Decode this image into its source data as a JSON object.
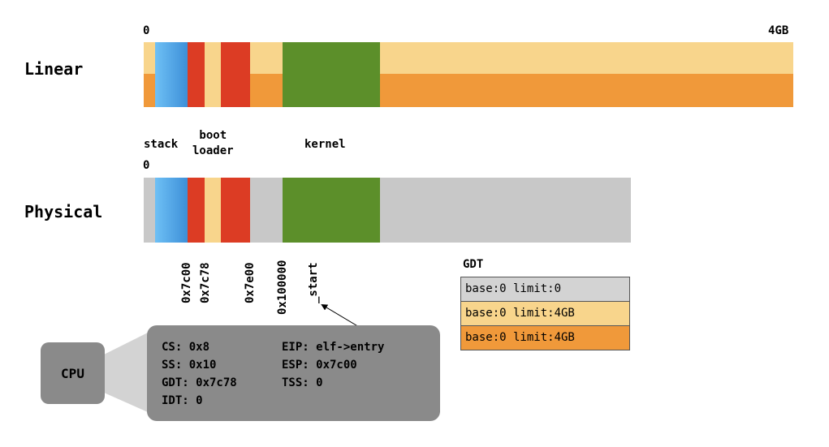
{
  "linear": {
    "label": "Linear",
    "start_label": "0",
    "end_label": "4GB"
  },
  "physical": {
    "label": "Physical",
    "start_label": "0"
  },
  "region_labels": {
    "stack": "stack",
    "bootloader": "boot\nloader",
    "kernel": "kernel"
  },
  "addresses": [
    "0x7c00",
    "0x7c78",
    "0x7e00",
    "0x100000",
    "_start"
  ],
  "gdt": {
    "title": "GDT",
    "entries": [
      {
        "text": "base:0  limit:0",
        "color": "#d3d3d3"
      },
      {
        "text": "base:0  limit:4GB",
        "color": "#f8d58c"
      },
      {
        "text": "base:0  limit:4GB",
        "color": "#f0993a"
      }
    ]
  },
  "cpu": {
    "label": "CPU",
    "registers": {
      "cs": "CS: 0x8",
      "ss": "SS: 0x10",
      "gdt": "GDT: 0x7c78",
      "idt": "IDT: 0",
      "eip": "EIP: elf->entry",
      "esp": "ESP: 0x7c00",
      "tss": "TSS: 0"
    }
  },
  "colors": {
    "light_orange": "#f8d58c",
    "orange": "#f0993a",
    "red": "#dc3c24",
    "green": "#5c8f2a",
    "blue": "#4aa0e6",
    "gray": "#c8c8c8",
    "cpu_gray": "#8a8a8a"
  }
}
